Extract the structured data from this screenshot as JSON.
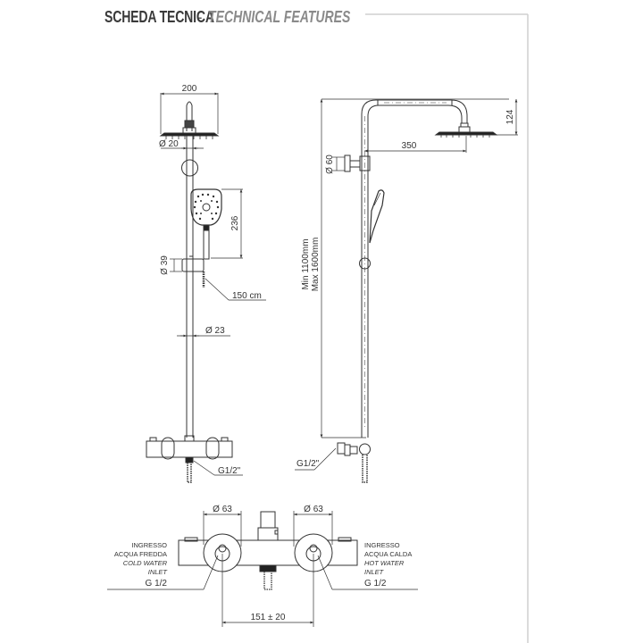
{
  "header": {
    "title_main": "SCHEDA TECNICA",
    "separator": "-",
    "title_sub": "TECHNICAL FEATURES"
  },
  "front_view": {
    "overhead_width": "200",
    "arm_diameter": "Ø 20",
    "handshower_height": "236",
    "slider_diameter": "Ø 39",
    "hose_length": "150 cm",
    "rail_diameter": "Ø 23",
    "outlet_thread": "G1/2\""
  },
  "side_view": {
    "overhead_height": "124",
    "arm_projection": "350",
    "bracket_diameter": "Ø 60",
    "height_min": "Min 1100mm",
    "height_max": "Max 1600mm",
    "inlet_thread": "G1/2\""
  },
  "mixer_view": {
    "left_knob_diameter": "Ø 63",
    "right_knob_diameter": "Ø 63",
    "center_distance": "151 ± 20",
    "cold_inlet": {
      "line1": "INGRESSO",
      "line2": "ACQUA FREDDA",
      "line3": "COLD WATER",
      "line4": "INLET",
      "thread": "G 1/2"
    },
    "hot_inlet": {
      "line1": "INGRESSO",
      "line2": "ACQUA CALDA",
      "line3": "HOT WATER",
      "line4": "INLET",
      "thread": "G 1/2"
    }
  },
  "colors": {
    "line": "#333333",
    "frame": "#cccccc",
    "title_main": "#3a3a3a",
    "title_sub": "#8a8a8a"
  }
}
